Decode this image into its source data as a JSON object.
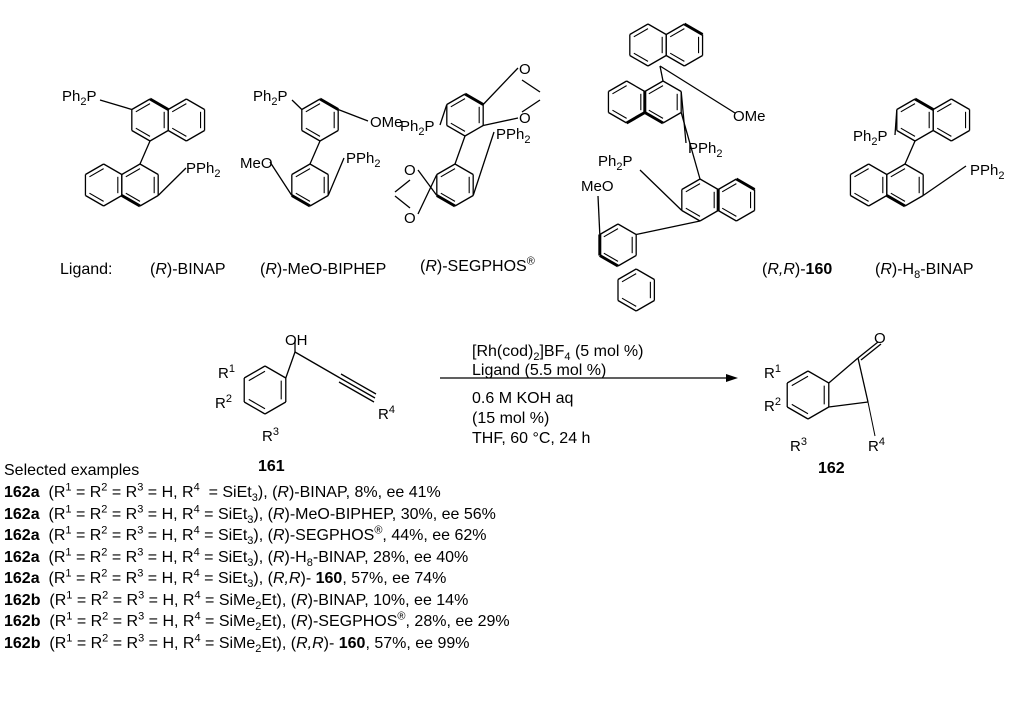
{
  "ligands": {
    "prefix": [
      [
        "Ligand:",
        ""
      ]
    ],
    "binap": [
      [
        "(",
        ""
      ],
      [
        "R",
        "i"
      ],
      [
        ")-BINAP",
        ""
      ]
    ],
    "meobiphep": [
      [
        "(",
        ""
      ],
      [
        "R",
        "i"
      ],
      [
        ")-MeO-BIPHEP",
        ""
      ]
    ],
    "segphos": [
      [
        "(",
        ""
      ],
      [
        "R",
        "i"
      ],
      [
        ")-SEGPHOS",
        ""
      ],
      [
        "®",
        "sup"
      ]
    ],
    "l160": [
      [
        "(",
        ""
      ],
      [
        "R,R",
        "i"
      ],
      [
        ")-",
        ""
      ],
      [
        "160",
        "b"
      ]
    ],
    "h8binap": [
      [
        "(",
        ""
      ],
      [
        "R",
        "i"
      ],
      [
        ")-H",
        ""
      ],
      [
        "8",
        "sub"
      ],
      [
        "-BINAP",
        ""
      ]
    ]
  },
  "atoms": {
    "ph2p": [
      [
        "Ph",
        ""
      ],
      [
        "2",
        "sub"
      ],
      [
        "P",
        ""
      ]
    ],
    "pph2": [
      [
        "PPh",
        ""
      ],
      [
        "2",
        "sub"
      ]
    ],
    "ome": [
      [
        "OMe",
        ""
      ]
    ],
    "meo": [
      [
        "MeO",
        ""
      ]
    ],
    "oh": [
      [
        "OH",
        ""
      ]
    ],
    "o": [
      [
        "O",
        ""
      ]
    ],
    "r1": [
      [
        "R",
        ""
      ],
      [
        "1",
        "sup"
      ]
    ],
    "r2": [
      [
        "R",
        ""
      ],
      [
        "2",
        "sup"
      ]
    ],
    "r3": [
      [
        "R",
        ""
      ],
      [
        "3",
        "sup"
      ]
    ],
    "r4": [
      [
        "R",
        ""
      ],
      [
        "4",
        "sup"
      ]
    ]
  },
  "reaction": {
    "reactant_label": [
      [
        "161",
        "b"
      ]
    ],
    "product_label": [
      [
        "162",
        "b"
      ]
    ],
    "conditions_above": [
      [
        [
          "[Rh(cod)",
          ""
        ],
        [
          "2",
          "sub"
        ],
        [
          "]BF",
          ""
        ],
        [
          "4",
          "sub"
        ],
        [
          " (5 mol %)",
          ""
        ]
      ],
      [
        [
          "Ligand (5.5 mol %)",
          ""
        ]
      ]
    ],
    "conditions_below": [
      [
        [
          "0.6 M KOH aq",
          ""
        ]
      ],
      [
        [
          "(15 mol %)",
          ""
        ]
      ],
      [
        [
          "THF, 60 °C, 24 h",
          ""
        ]
      ]
    ]
  },
  "examples": {
    "heading": [
      [
        "Selected examples",
        ""
      ]
    ],
    "rows": [
      [
        [
          "162a",
          "b"
        ],
        [
          "  (R",
          ""
        ],
        [
          "1",
          "sup"
        ],
        [
          " = R",
          ""
        ],
        [
          "2",
          "sup"
        ],
        [
          " = R",
          ""
        ],
        [
          "3",
          "sup"
        ],
        [
          " = H, R",
          ""
        ],
        [
          "4",
          "sup"
        ],
        [
          "  = SiEt",
          ""
        ],
        [
          "3",
          "sub"
        ],
        [
          "), (",
          ""
        ],
        [
          "R",
          "i"
        ],
        [
          ")-BINAP, 8%, ee 41%",
          ""
        ]
      ],
      [
        [
          "162a",
          "b"
        ],
        [
          "  (R",
          ""
        ],
        [
          "1",
          "sup"
        ],
        [
          " = R",
          ""
        ],
        [
          "2",
          "sup"
        ],
        [
          " = R",
          ""
        ],
        [
          "3",
          "sup"
        ],
        [
          " = H, R",
          ""
        ],
        [
          "4",
          "sup"
        ],
        [
          " = SiEt",
          ""
        ],
        [
          "3",
          "sub"
        ],
        [
          "), (",
          ""
        ],
        [
          "R",
          "i"
        ],
        [
          ")-MeO-BIPHEP, 30%, ee 56%",
          ""
        ]
      ],
      [
        [
          "162a",
          "b"
        ],
        [
          "  (R",
          ""
        ],
        [
          "1",
          "sup"
        ],
        [
          " = R",
          ""
        ],
        [
          "2",
          "sup"
        ],
        [
          " = R",
          ""
        ],
        [
          "3",
          "sup"
        ],
        [
          " = H, R",
          ""
        ],
        [
          "4",
          "sup"
        ],
        [
          " = SiEt",
          ""
        ],
        [
          "3",
          "sub"
        ],
        [
          "), (",
          ""
        ],
        [
          "R",
          "i"
        ],
        [
          ")-SEGPHOS",
          ""
        ],
        [
          "®",
          "sup"
        ],
        [
          ", 44%, ee 62%",
          ""
        ]
      ],
      [
        [
          "162a",
          "b"
        ],
        [
          "  (R",
          ""
        ],
        [
          "1",
          "sup"
        ],
        [
          " = R",
          ""
        ],
        [
          "2",
          "sup"
        ],
        [
          " = R",
          ""
        ],
        [
          "3",
          "sup"
        ],
        [
          " = H, R",
          ""
        ],
        [
          "4",
          "sup"
        ],
        [
          " = SiEt",
          ""
        ],
        [
          "3",
          "sub"
        ],
        [
          "), (",
          ""
        ],
        [
          "R",
          "i"
        ],
        [
          ")-H",
          ""
        ],
        [
          "8",
          "sub"
        ],
        [
          "-BINAP, 28%, ee 40%",
          ""
        ]
      ],
      [
        [
          "162a",
          "b"
        ],
        [
          "  (R",
          ""
        ],
        [
          "1",
          "sup"
        ],
        [
          " = R",
          ""
        ],
        [
          "2",
          "sup"
        ],
        [
          " = R",
          ""
        ],
        [
          "3",
          "sup"
        ],
        [
          " = H, R",
          ""
        ],
        [
          "4",
          "sup"
        ],
        [
          " = SiEt",
          ""
        ],
        [
          "3",
          "sub"
        ],
        [
          "), (",
          ""
        ],
        [
          "R,R",
          "i"
        ],
        [
          ")- ",
          ""
        ],
        [
          "160",
          "b"
        ],
        [
          ", 57%, ee 74%",
          ""
        ]
      ],
      [
        [
          "162b",
          "b"
        ],
        [
          "  (R",
          ""
        ],
        [
          "1",
          "sup"
        ],
        [
          " = R",
          ""
        ],
        [
          "2",
          "sup"
        ],
        [
          " = R",
          ""
        ],
        [
          "3",
          "sup"
        ],
        [
          " = H, R",
          ""
        ],
        [
          "4",
          "sup"
        ],
        [
          " = SiMe",
          ""
        ],
        [
          "2",
          "sub"
        ],
        [
          "Et), (",
          ""
        ],
        [
          "R",
          "i"
        ],
        [
          ")-BINAP, 10%, ee 14%",
          ""
        ]
      ],
      [
        [
          "162b",
          "b"
        ],
        [
          "  (R",
          ""
        ],
        [
          "1",
          "sup"
        ],
        [
          " = R",
          ""
        ],
        [
          "2",
          "sup"
        ],
        [
          " = R",
          ""
        ],
        [
          "3",
          "sup"
        ],
        [
          " = H, R",
          ""
        ],
        [
          "4",
          "sup"
        ],
        [
          " = SiMe",
          ""
        ],
        [
          "2",
          "sub"
        ],
        [
          "Et), (",
          ""
        ],
        [
          "R",
          "i"
        ],
        [
          ")-SEGPHOS",
          ""
        ],
        [
          "®",
          "sup"
        ],
        [
          ", 28%, ee 29%",
          ""
        ]
      ],
      [
        [
          "162b",
          "b"
        ],
        [
          "  (R",
          ""
        ],
        [
          "1",
          "sup"
        ],
        [
          " = R",
          ""
        ],
        [
          "2",
          "sup"
        ],
        [
          " = R",
          ""
        ],
        [
          "3",
          "sup"
        ],
        [
          " = H, R",
          ""
        ],
        [
          "4",
          "sup"
        ],
        [
          " = SiMe",
          ""
        ],
        [
          "2",
          "sub"
        ],
        [
          "Et), (",
          ""
        ],
        [
          "R,R",
          "i"
        ],
        [
          ")- ",
          ""
        ],
        [
          "160",
          "b"
        ],
        [
          ", 57%, ee 99%",
          ""
        ]
      ]
    ]
  }
}
